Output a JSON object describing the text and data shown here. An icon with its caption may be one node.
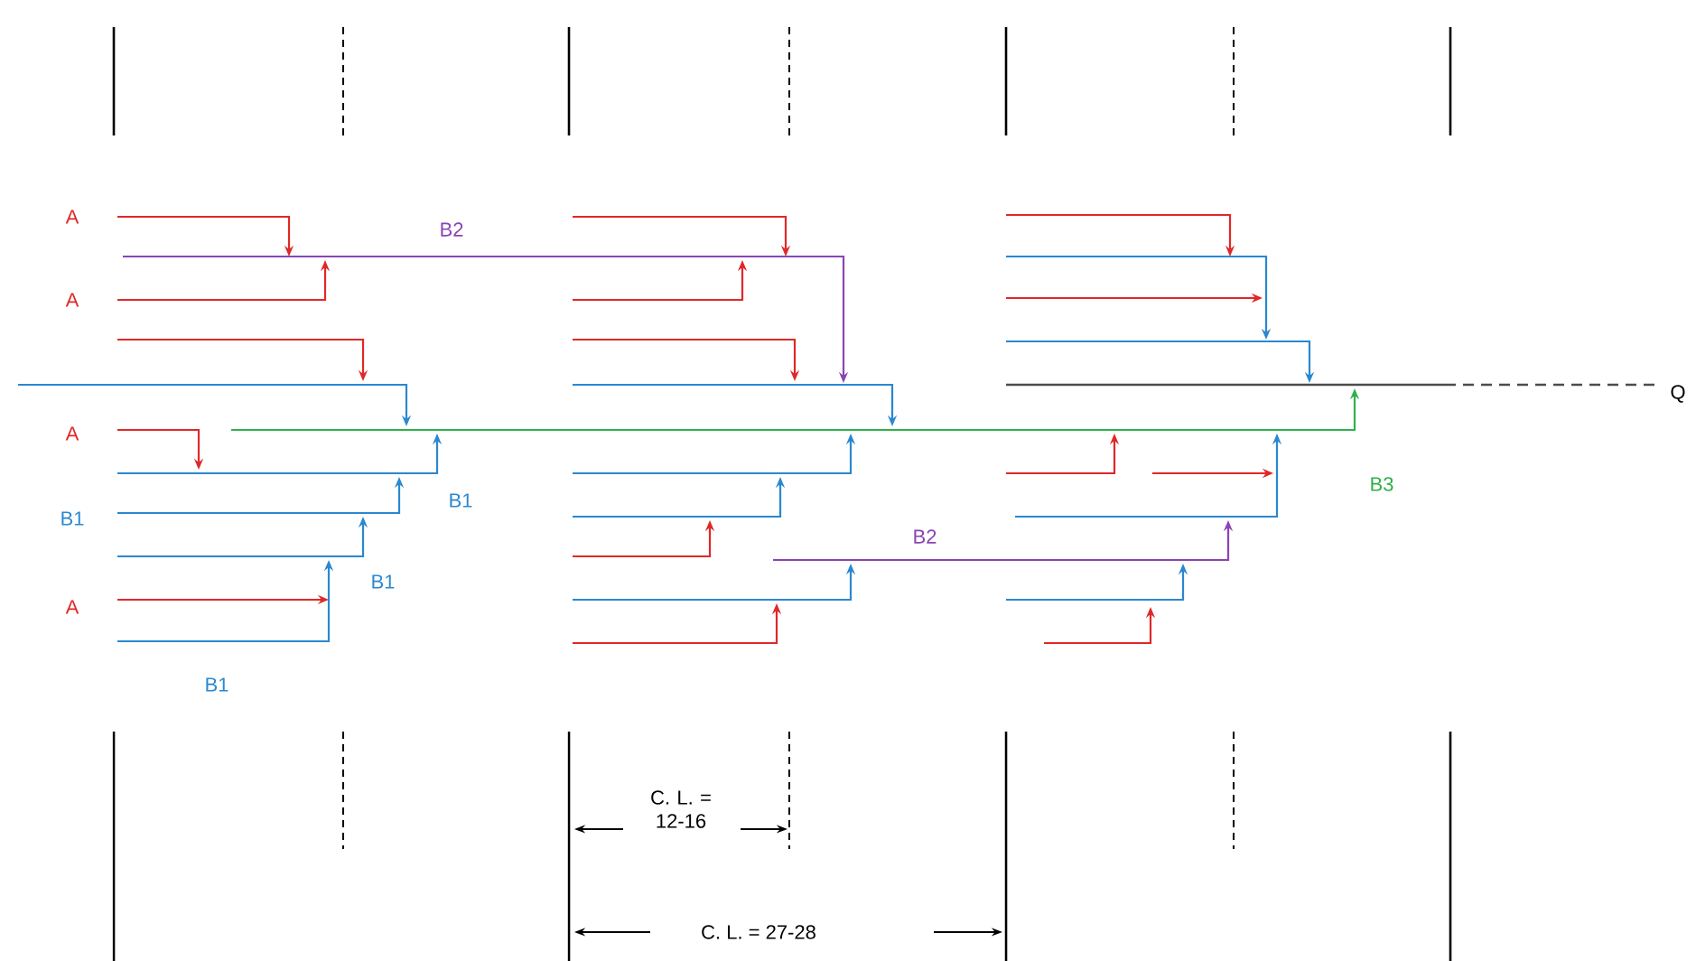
{
  "diagram": {
    "labels": [
      "A",
      "B2",
      "A",
      "Q",
      "A",
      "B3",
      "B1",
      "B1",
      "B2",
      "B1",
      "A",
      "B1",
      "C. L. = 12-16",
      "C. L. = 27-28"
    ]
  }
}
